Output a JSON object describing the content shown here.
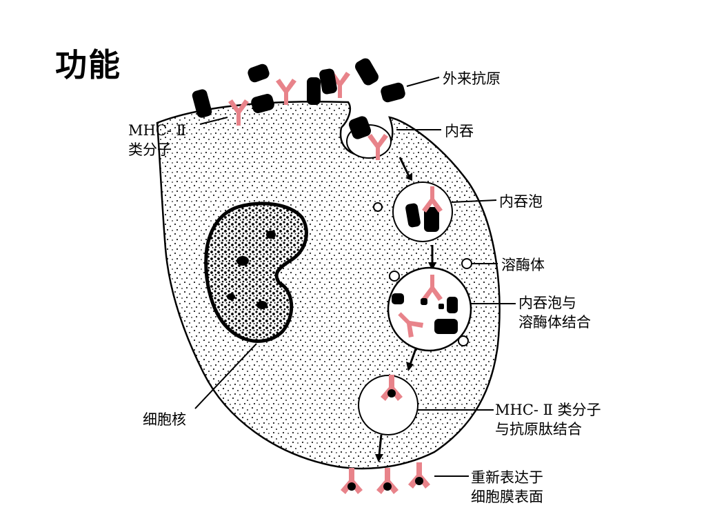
{
  "title": "功能",
  "colors": {
    "receptor": "#e8838a",
    "antigen": "#000000",
    "cell_outline": "#000000",
    "stipple": "#1a1a1a"
  },
  "labels": {
    "antigen": "外来抗原",
    "mhc": [
      "MHC- Ⅱ",
      "类分子"
    ],
    "endocytosis": "内吞",
    "endosome": "内吞泡",
    "lysosome": "溶酶体",
    "fusion": [
      "内吞泡与",
      "溶酶体结合"
    ],
    "nucleus": "细胞核",
    "binding": [
      "MHC- Ⅱ 类分子",
      "与抗原肽结合"
    ],
    "reexpress": [
      "重新表达于",
      "细胞膜表面"
    ]
  }
}
